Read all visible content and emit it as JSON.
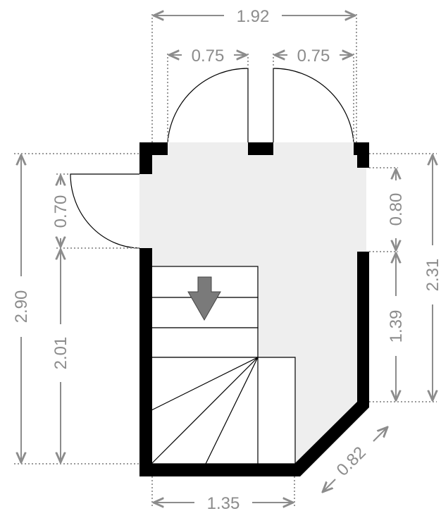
{
  "dimensions": {
    "top_total": "1.92",
    "door_left_width": "0.75",
    "door_right_width": "0.75",
    "left_total": "2.90",
    "left_door_opening": "0.70",
    "left_lower_wall": "2.01",
    "right_total": "2.31",
    "right_opening": "0.80",
    "right_lower_wall": "1.39",
    "bottom_width": "1.35",
    "diagonal_wall": "0.82"
  },
  "colors": {
    "wall": "#000000",
    "floor": "#eeeeee",
    "dimension": "#8c8c8c",
    "arrow": "#7a7a7a"
  },
  "icons": {
    "stair_direction": "arrow-down-icon"
  }
}
